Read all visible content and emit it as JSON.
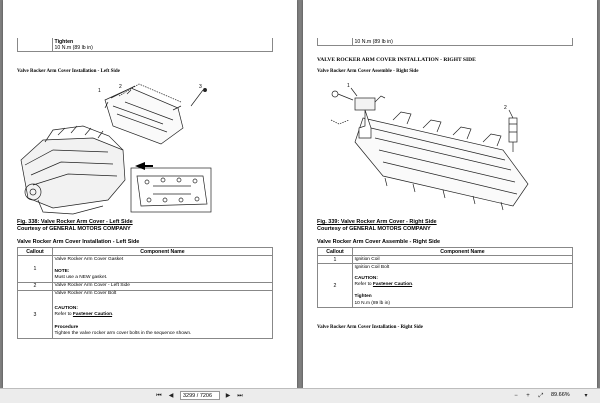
{
  "left_page": {
    "top_table": {
      "tighten": "Tighten",
      "torque": "10 N.m (89 lb in)"
    },
    "illustration_title": "Valve Rocker Arm Cover Installation - Left Side",
    "figure_caption": "Fig. 338: Valve Rocker Arm Cover - Left Side",
    "courtesy": "Courtesy of GENERAL MOTORS COMPANY",
    "table_title": "Valve Rocker Arm Cover Installation - Left Side",
    "headers": [
      "Callout",
      "Component Name"
    ],
    "rows": [
      {
        "callout": "1",
        "name": "Valve Rocker Arm Cover Gasket",
        "note_label": "NOTE:",
        "note": "Must use a NEW gasket."
      },
      {
        "callout": "2",
        "name": "Valve Rocker Arm Cover - Left Side"
      },
      {
        "callout": "3",
        "name": "Valve Rocker Arm Cover Bolt",
        "caution_label": "CAUTION:",
        "caution_prefix": "Refer to",
        "caution_link": "Fastener Caution",
        "caution_suffix": ".",
        "procedure_label": "Procedure",
        "procedure": "Tighten the valve rocker arm cover bolts in the sequence shown."
      }
    ],
    "callout_labels": [
      "1",
      "2",
      "3"
    ]
  },
  "right_page": {
    "top_table": {
      "torque": "10 N.m (89 lb in)"
    },
    "section_title": "VALVE ROCKER ARM COVER INSTALLATION - RIGHT SIDE",
    "illustration_title": "Valve Rocker Arm Cover Assemble - Right Side",
    "figure_caption": "Fig. 339: Valve Rocker Arm Cover - Right Side",
    "courtesy": "Courtesy of GENERAL MOTORS COMPANY",
    "table_title": "Valve Rocker Arm Cover Assemble - Right Side",
    "headers": [
      "Callout",
      "Component Name"
    ],
    "rows": [
      {
        "callout": "1",
        "name": "Ignition Coil"
      },
      {
        "callout": "2",
        "name": "Ignition Coil Bolt",
        "caution_label": "CAUTION:",
        "caution_prefix": "Refer to",
        "caution_link": "Fastener Caution",
        "caution_suffix": ".",
        "tighten_label": "Tighten",
        "torque": "10 N.m (89 lb in)"
      }
    ],
    "footer_title": "Valve Rocker Arm Cover Installation - Right Side",
    "callout_labels": [
      "1",
      "2"
    ]
  },
  "toolbar": {
    "page_value": "3299 / 7206",
    "zoom_value": "89.66%",
    "first_icon": "first-page-icon",
    "prev_icon": "previous-page-icon",
    "next_icon": "next-page-icon",
    "last_icon": "last-page-icon"
  }
}
